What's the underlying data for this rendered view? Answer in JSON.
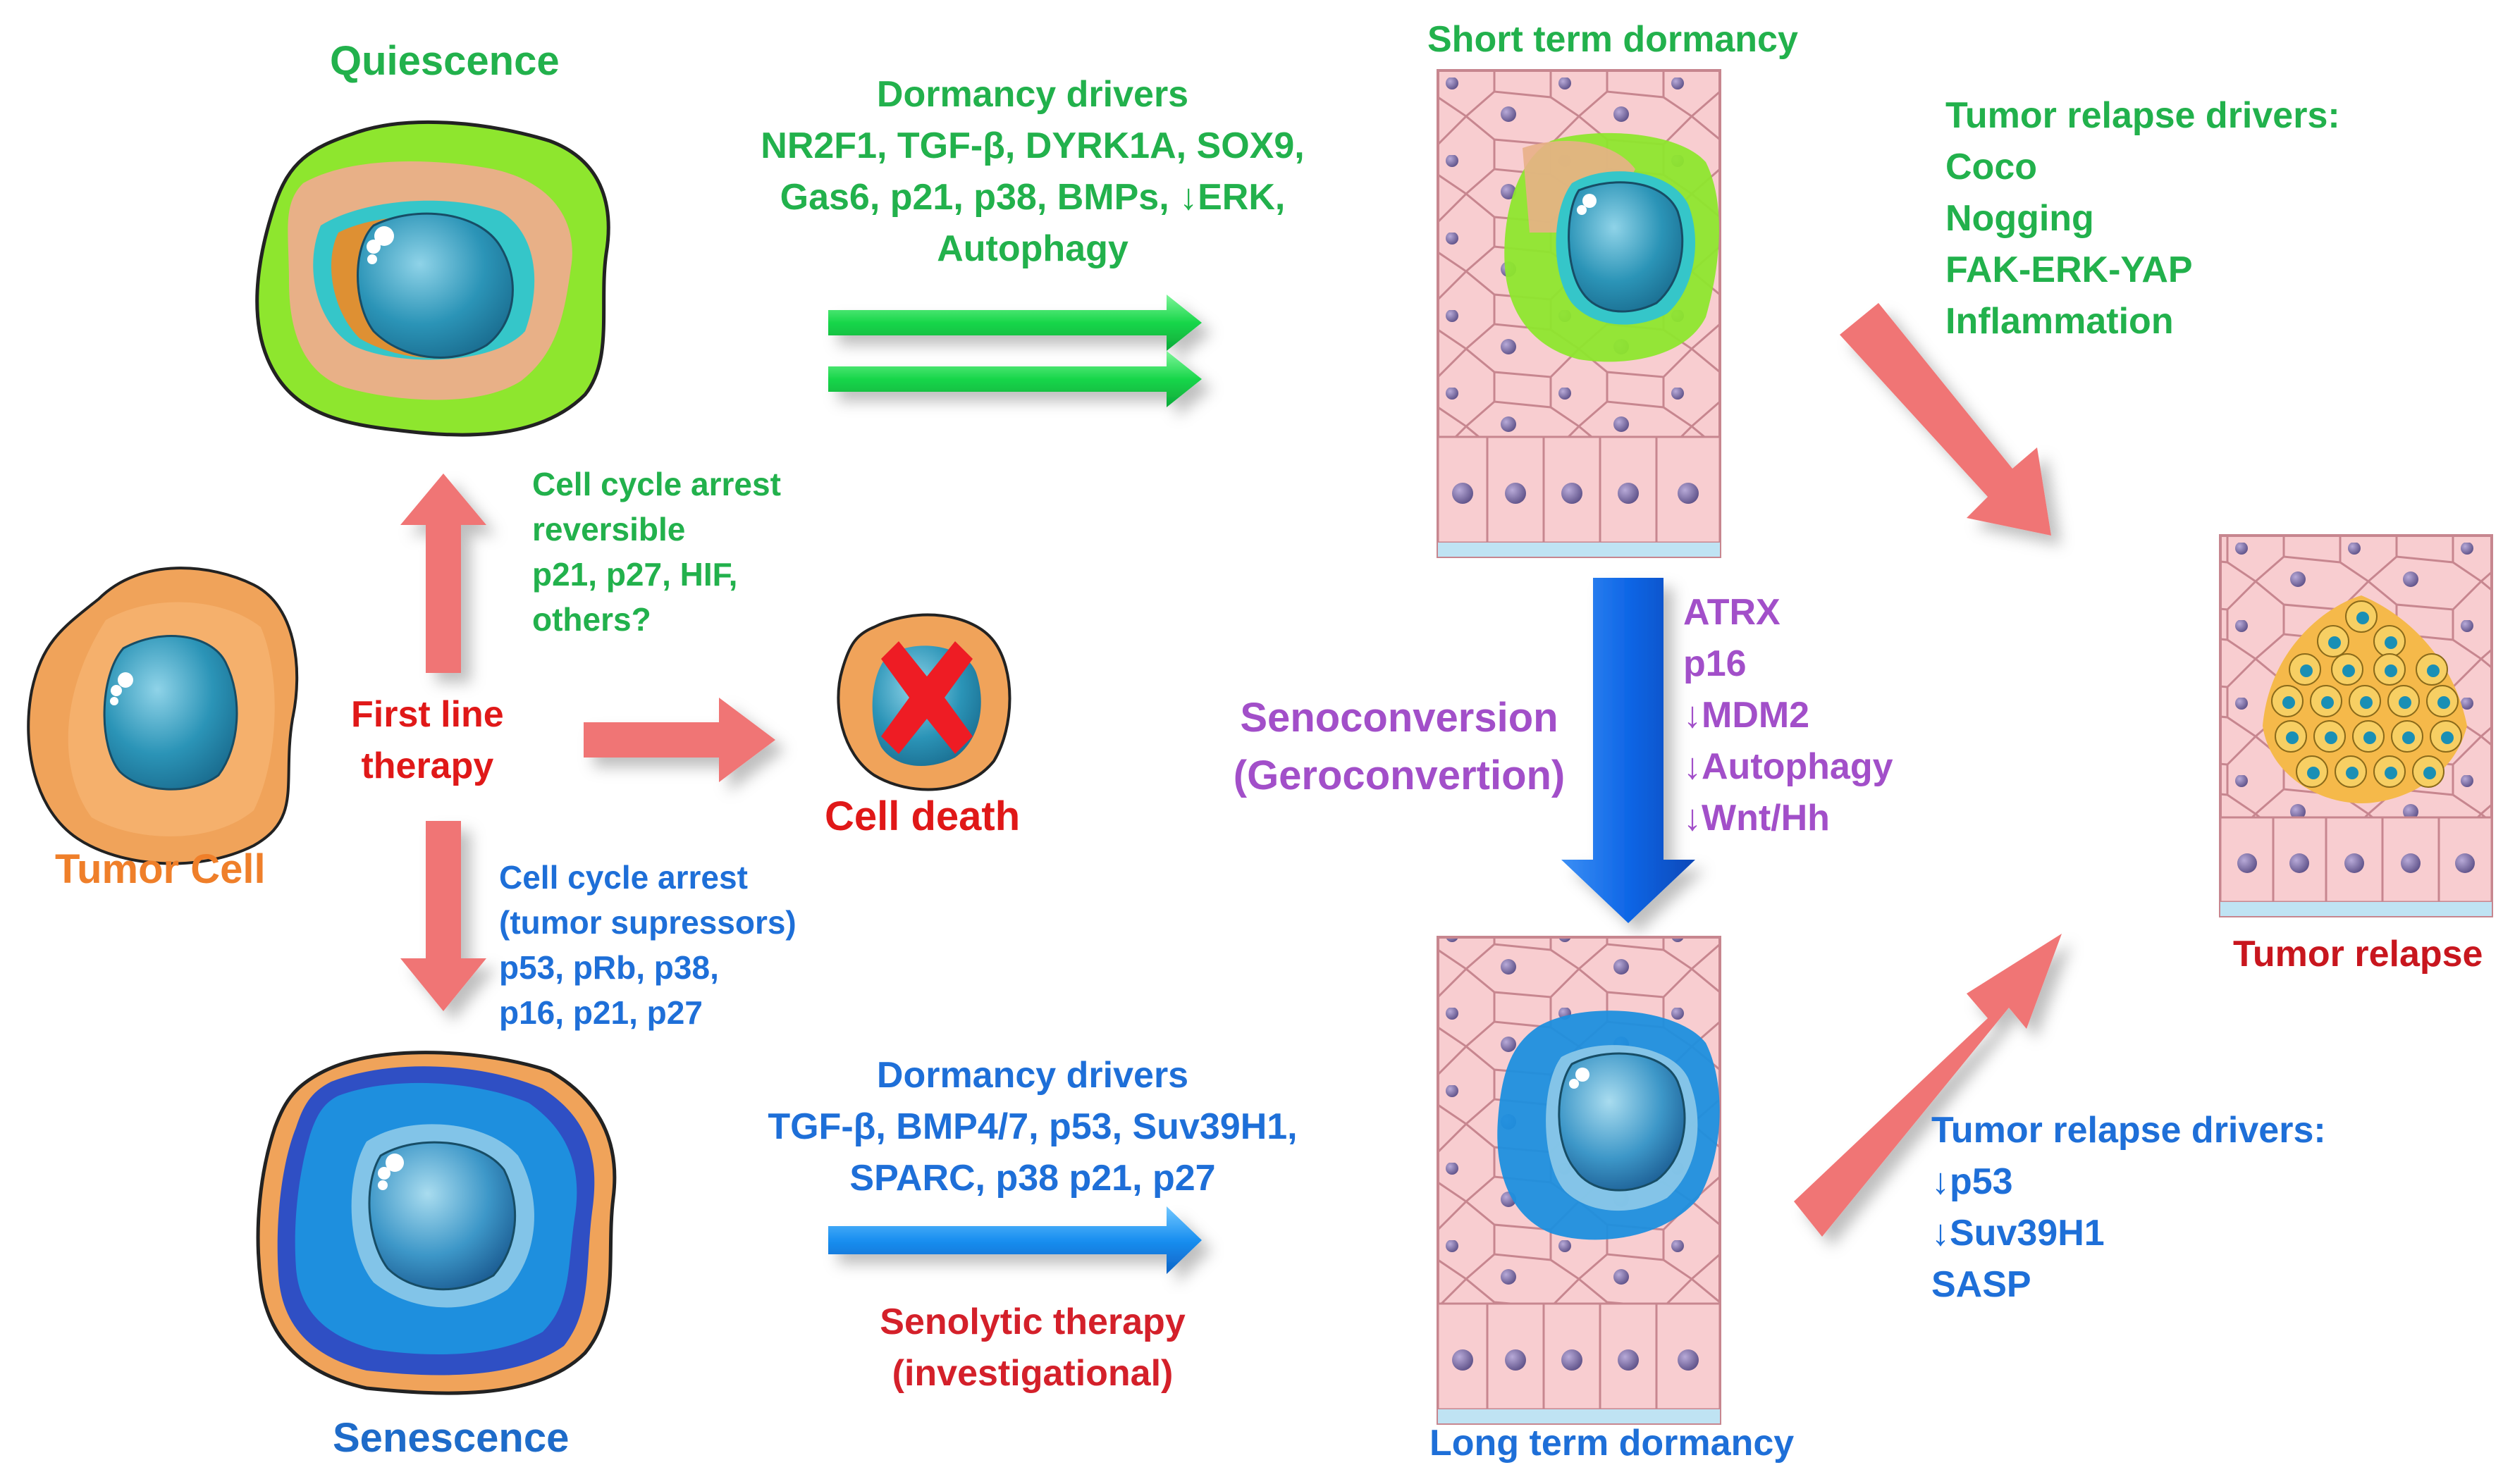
{
  "labels": {
    "quiescence": "Quiescence",
    "tumor_cell": "Tumor Cell",
    "senescence": "Senescence",
    "cell_death": "Cell death",
    "first_line_therapy": [
      "First line",
      "therapy"
    ],
    "arrest_reversible": [
      "Cell cycle arrest",
      "reversible",
      "p21, p27, HIF,",
      "others?"
    ],
    "arrest_suppressors": [
      "Cell cycle arrest",
      "(tumor supressors)",
      "p53, pRb, p38,",
      "p16, p21, p27"
    ],
    "dormancy_drivers_top": [
      "Dormancy drivers",
      "NR2F1, TGF-β, DYRK1A, SOX9,",
      "Gas6, p21, p38, BMPs, ↓ERK,",
      "Autophagy"
    ],
    "dormancy_drivers_bottom": [
      "Dormancy drivers",
      "TGF-β, BMP4/7, p53, Suv39H1,",
      "SPARC, p38 p21, p27"
    ],
    "senolytic": [
      "Senolytic therapy",
      "(investigational)"
    ],
    "short_term": "Short term dormancy",
    "long_term": "Long term dormancy",
    "senoconversion": [
      "Senoconversion",
      "(Geroconvertion)"
    ],
    "senoconversion_drivers": [
      "ATRX",
      "p16",
      "↓MDM2",
      "↓Autophagy",
      "↓Wnt/Hh"
    ],
    "relapse_drivers_top": [
      "Tumor relapse drivers:",
      "Coco",
      "Nogging",
      "FAK-ERK-YAP",
      "Inflammation"
    ],
    "relapse_drivers_bottom": [
      "Tumor relapse drivers:",
      "↓p53",
      "↓Suv39H1",
      "SASP"
    ],
    "tumor_relapse": "Tumor relapse"
  },
  "colors": {
    "green": "#22b14c",
    "blue": "#1e6fd8",
    "purple": "#a24fc9",
    "red": "#e01818",
    "orange": "#ef7f2a",
    "pink_arrow": "#f07070",
    "tissue": "#f7c7c9",
    "tissue_line": "#c98a92",
    "nucleus": "#7b6fa0"
  },
  "icons": [
    "tumor-cell-icon",
    "quiescent-cell-icon",
    "senescent-cell-icon",
    "dead-cell-icon",
    "tissue-icon"
  ]
}
